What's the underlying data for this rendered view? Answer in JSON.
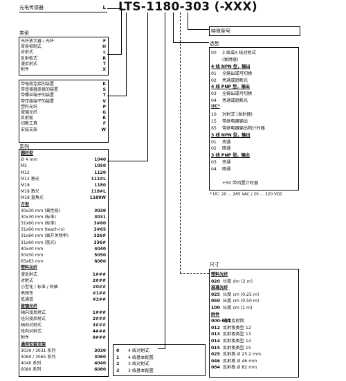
{
  "title": "LTS-1180-303 (-XXX)",
  "header": {
    "label": "光电传感器",
    "code": "L"
  },
  "types": {
    "heading": "类型",
    "rows": [
      {
        "label": "光纤放大器 / 光纤",
        "code": "F"
      },
      {
        "label": "背景抑制式",
        "code": "H"
      },
      {
        "label": "对射式",
        "code": "L"
      },
      {
        "label": "反射板式",
        "code": "R"
      },
      {
        "label": "漫反射式",
        "code": "T"
      },
      {
        "label": "附件",
        "code": "X"
      }
    ]
  },
  "connections": {
    "rows": [
      {
        "label": "带电缆连接的装置",
        "code": "K"
      },
      {
        "label": "带连接器连接的装置",
        "code": "S"
      },
      {
        "label": "带螺丝端子的装置",
        "code": "T"
      },
      {
        "label": "带压接端子的装置",
        "code": "V"
      },
      {
        "label": "塑料光纤",
        "code": "P"
      },
      {
        "label": "玻璃光纤",
        "code": "G"
      },
      {
        "label": "反射板",
        "code": "R"
      },
      {
        "label": "切断工具",
        "code": "F"
      },
      {
        "label": "安装支架",
        "code": "W"
      }
    ]
  },
  "series": {
    "heading": "系列",
    "rows": [
      {
        "label": "圆柱型",
        "code": "",
        "style": "u"
      },
      {
        "label": "Ø 4 mm",
        "code": "1040"
      },
      {
        "label": "M5",
        "code": "1050"
      },
      {
        "label": "M12",
        "code": "1120"
      },
      {
        "label": "M12 激光",
        "code": "112#L"
      },
      {
        "label": "M18",
        "code": "1180"
      },
      {
        "label": "M18 激光",
        "code": "118#L"
      },
      {
        "label": "M18 直角光",
        "code": "1180W"
      },
      {
        "label": "方型",
        "code": "",
        "style": "u"
      },
      {
        "label": "30x30 mm (高性能)",
        "code": "3030"
      },
      {
        "label": "30x30 mm (标准)",
        "code": "3031"
      },
      {
        "label": "31x60 mm (标准)",
        "code": "3#60"
      },
      {
        "label": "31x60 mm (teach-in)",
        "code": "3#65"
      },
      {
        "label": "31x60 mm (高开关频率)",
        "code": "326#"
      },
      {
        "label": "31x60 mm (蓝光)",
        "code": "336#"
      },
      {
        "label": "40x40 mm",
        "code": "4040"
      },
      {
        "label": "50x50 mm",
        "code": "5050"
      },
      {
        "label": "65x83 mm",
        "code": "6080"
      },
      {
        "label": "塑料光纤",
        "code": "",
        "style": "u"
      },
      {
        "label": "漫反射式",
        "code": "1###"
      },
      {
        "label": "对射式",
        "code": "2###"
      },
      {
        "label": "小型化 / 标准 / 同轴",
        "code": "#0##"
      },
      {
        "label": "高弹性",
        "code": "#1##"
      },
      {
        "label": "低通道",
        "code": "#2##"
      },
      {
        "label": "玻璃光纤",
        "code": "",
        "style": "u"
      },
      {
        "label": "轴向漫反射式",
        "code": "1###"
      },
      {
        "label": "径向漫反射式",
        "code": "2###"
      },
      {
        "label": "轴向对射式",
        "code": "3###"
      },
      {
        "label": "径向对射式",
        "code": "4###"
      },
      {
        "label": "附件",
        "code": "0###"
      },
      {
        "label": "通用安装支架",
        "code": "",
        "style": "u"
      },
      {
        "label": "3030 / 3031 系列",
        "code": "3030"
      },
      {
        "label": "3060 / 3065 系列",
        "code": "3060"
      },
      {
        "label": "4040 系列",
        "code": "4040"
      },
      {
        "label": "6080 系列",
        "code": "6080"
      }
    ]
  },
  "special": {
    "label": "特殊型号"
  },
  "options": {
    "heading": "选型",
    "rows": [
      {
        "n": "00",
        "t": "3 线或4 线对射式"
      },
      {
        "n": "",
        "t": "(发射器)"
      },
      {
        "n": "",
        "t": "4 线 NPN 型，输出",
        "head": true
      },
      {
        "n": "01",
        "t": "全输出或可切换"
      },
      {
        "n": "02",
        "t": "亮通或遮断光"
      },
      {
        "n": "",
        "t": "4 线 PNP 型，输出",
        "head": true
      },
      {
        "n": "03",
        "t": "全输出或可切换"
      },
      {
        "n": "04",
        "t": "亮通或遮断光"
      },
      {
        "n": "",
        "t": "UC*",
        "head": true
      },
      {
        "n": "10",
        "t": "对射式 (发射器)"
      },
      {
        "n": "15",
        "t": "带继电器输出"
      },
      {
        "n": "65",
        "t": "带继电器输出和计时器"
      },
      {
        "n": "",
        "t": "3 线 NPN 型，输出",
        "head": true
      },
      {
        "n": "01",
        "t": "亮通"
      },
      {
        "n": "02",
        "t": "暗通"
      },
      {
        "n": "",
        "t": "3 线 PNP 型，输出",
        "head": true
      },
      {
        "n": "03",
        "t": "亮通"
      },
      {
        "n": "04",
        "t": "暗通"
      },
      {
        "n": "",
        "t": ""
      },
      {
        "n": "",
        "t": "+50 带内置计时器"
      }
    ],
    "footnote": "* UC: 20 ... 265 VAC / 20 ... 320 VDC"
  },
  "sizes": {
    "heading": "尺寸",
    "rows": [
      {
        "n": "",
        "t": "塑料光纤",
        "head": true
      },
      {
        "n": "020",
        "t": "长度 dm (2 m)"
      },
      {
        "n": "",
        "t": "玻璃光纤",
        "head": true
      },
      {
        "n": "025",
        "t": "长度 cm (0.25 m)"
      },
      {
        "n": "050",
        "t": "长度 cm (0.50 m)"
      },
      {
        "n": "100",
        "t": "长度 cm (1 m)"
      },
      {
        "n": "",
        "t": "附件",
        "head": true
      },
      {
        "n": "000-001",
        "t": "通用反射筒"
      },
      {
        "n": "012",
        "t": "反射板类型 12"
      },
      {
        "n": "013",
        "t": "反射板类型 13"
      },
      {
        "n": "014",
        "t": "反射板类型 14"
      },
      {
        "n": "015",
        "t": "反射板类型 15"
      },
      {
        "n": "025",
        "t": "反射板 Ø 25.2 mm"
      },
      {
        "n": "046",
        "t": "反射板 Ø 46 mm"
      },
      {
        "n": "084",
        "t": "反射板 Ø 82 mm"
      }
    ]
  },
  "wiring": {
    "rows": [
      {
        "n": "0",
        "t": "4 线对射式"
      },
      {
        "n": "1",
        "t": "4 线基本配置"
      },
      {
        "n": "2",
        "t": "3 线对射式"
      },
      {
        "n": "3",
        "t": "3 线基本配置"
      }
    ]
  }
}
